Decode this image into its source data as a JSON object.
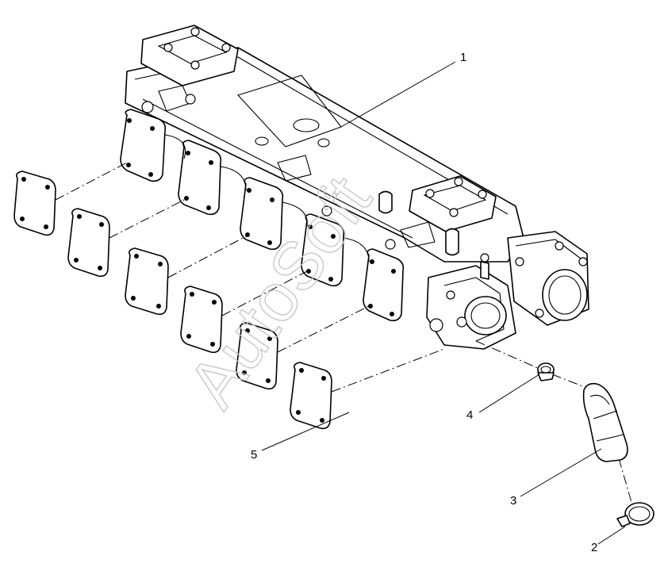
{
  "watermark": "AutoSoft",
  "callouts": [
    {
      "id": "1",
      "label": "1"
    },
    {
      "id": "2",
      "label": "2"
    },
    {
      "id": "3",
      "label": "3"
    },
    {
      "id": "4",
      "label": "4"
    },
    {
      "id": "5",
      "label": "5"
    }
  ]
}
